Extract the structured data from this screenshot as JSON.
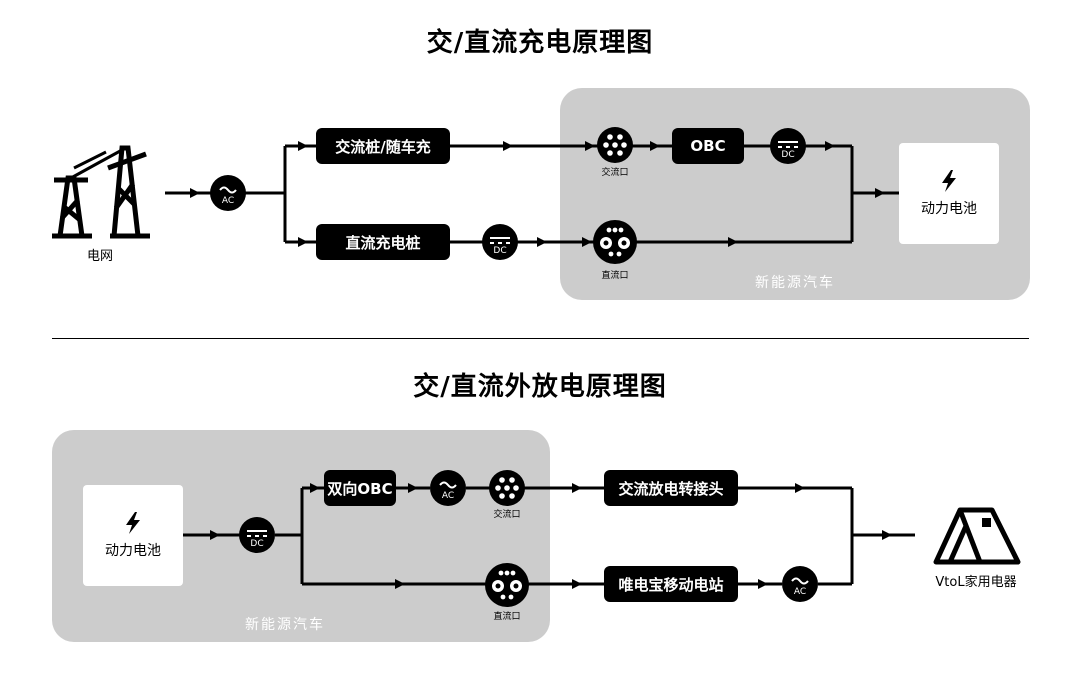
{
  "top": {
    "title": "交/直流充电原理图",
    "grid_label": "电网",
    "ac_symbol_label": "AC",
    "ac_pile_label": "交流桩/随车充",
    "dc_pile_label": "直流充电桩",
    "dc_symbol_label": "DC",
    "ac_port_label": "交流口",
    "dc_port_label": "直流口",
    "obc_label": "OBC",
    "obc_dc_label": "DC",
    "battery_label": "动力电池",
    "panel_label": "新能源汽车"
  },
  "bottom": {
    "title": "交/直流外放电原理图",
    "battery_label": "动力电池",
    "dc_symbol_label": "DC",
    "bi_obc_label": "双向OBC",
    "ac_symbol_label": "AC",
    "ac_port_label": "交流口",
    "dc_port_label": "直流口",
    "ac_discharge_label": "交流放电转接头",
    "power_station_label": "唯电宝移动电站",
    "ac_symbol2_label": "AC",
    "v2l_label": "VtoL家用电器",
    "panel_label": "新能源汽车"
  },
  "icons": [
    "lightning-icon",
    "power-tower-icon",
    "tent-icon",
    "ac-symbol-icon",
    "dc-symbol-icon",
    "connector-icon"
  ]
}
